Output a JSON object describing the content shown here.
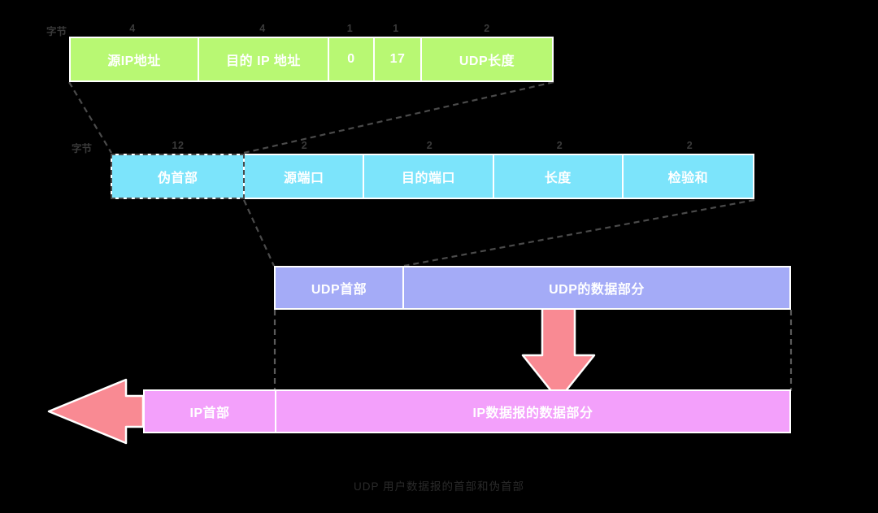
{
  "diagram": {
    "caption": "UDP 用户数据报的首部和伪首部",
    "unit_label": "字节",
    "colors": {
      "pseudo_header_row": "#b8f873",
      "udp_datagram_row": "#7ce4fb",
      "udp_encapsulation_row": "#a4abf7",
      "ip_datagram_row": "#f3a0fb",
      "arrow": "#f98a93",
      "connector": "#4a4a4a",
      "label_text": "#3a3a3a",
      "cell_text": "#ffffff",
      "background": "#000000"
    },
    "rows": [
      {
        "name": "pseudo-header",
        "unit_label": "字节",
        "cells": [
          {
            "label": "源IP地址",
            "bytes": "4"
          },
          {
            "label": "目的 IP 地址",
            "bytes": "4"
          },
          {
            "label": "0",
            "bytes": "1"
          },
          {
            "label": "17",
            "bytes": "1"
          },
          {
            "label": "UDP长度",
            "bytes": "2"
          }
        ]
      },
      {
        "name": "udp-datagram",
        "unit_label": "字节",
        "cells": [
          {
            "label": "伪首部",
            "bytes": "12"
          },
          {
            "label": "源端口",
            "bytes": "2"
          },
          {
            "label": "目的端口",
            "bytes": "2"
          },
          {
            "label": "长度",
            "bytes": "2"
          },
          {
            "label": "检验和",
            "bytes": "2"
          }
        ]
      },
      {
        "name": "udp-encapsulation",
        "cells": [
          {
            "label": "UDP首部"
          },
          {
            "label": "UDP的数据部分"
          }
        ]
      },
      {
        "name": "ip-datagram",
        "cells": [
          {
            "label": "IP首部"
          },
          {
            "label": "IP数据报的数据部分"
          }
        ]
      }
    ]
  }
}
